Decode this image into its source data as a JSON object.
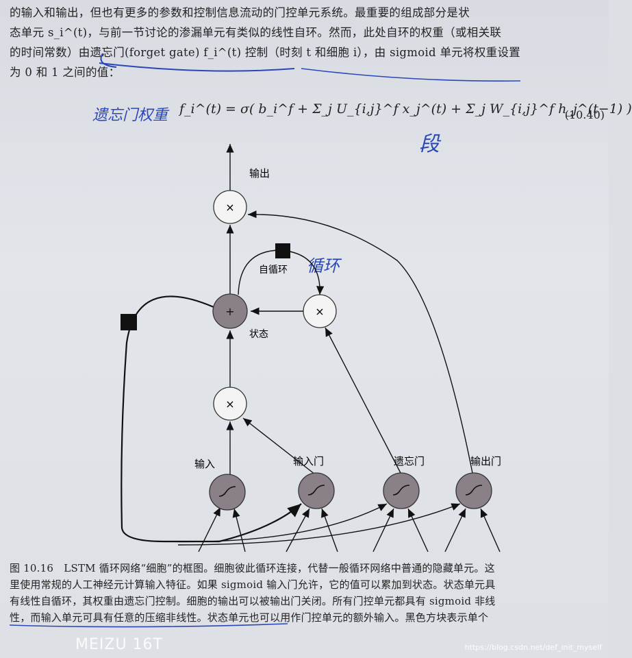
{
  "paragraph": {
    "line1": "的输入和输出，但也有更多的参数和控制信息流动的门控单元系统。最重要的组成部分是状",
    "line2": "态单元 s_i^(t)，与前一节讨论的渗漏单元有类似的线性自环。然而，此处自环的权重（或相关联",
    "line3": "的时间常数）由遗忘门(forget gate) f_i^(t) 控制（时刻 t 和细胞 i），由 sigmoid 单元将权重设置",
    "line4": "为 0 和 1 之间的值："
  },
  "equation": {
    "text": "f_i^(t) = σ( b_i^f + Σ_j U_{i,j}^f x_j^(t) + Σ_j W_{i,j}^f h_j^(t−1) )",
    "number": "(10.40)"
  },
  "handwriting": {
    "note_left": "遗忘门权重",
    "note_right": "段",
    "note_loop": "循环"
  },
  "diagram": {
    "output_label": "输出",
    "self_loop_label": "自循环",
    "state_label": "状态",
    "input_label": "输入",
    "input_gate_label": "输入门",
    "forget_gate_label": "遗忘门",
    "output_gate_label": "输出门",
    "multiply_symbol": "×",
    "plus_symbol": "+",
    "sigmoid_symbol": "∫"
  },
  "caption": {
    "line1": "图 10.16　LSTM 循环网络“细胞”的框图。细胞彼此循环连接，代替一般循环网络中普通的隐藏单元。这",
    "line2": "里使用常规的人工神经元计算输入特征。如果 sigmoid 输入门允许，它的值可以累加到状态。状态单元具",
    "line3": "有线性自循环，其权重由遗忘门控制。细胞的输出可以被输出门关闭。所有门控单元都具有 sigmoid 非线",
    "line4": "性，而输入单元可具有任意的压缩非线性。状态单元也可以用作门控单元的额外输入。黑色方块表示单个"
  },
  "watermark": {
    "brand": "MEIZU 16T",
    "url": "https://blog.csdn.net/def_init_myself"
  },
  "colors": {
    "node_dark": "#8a8088",
    "ink_blue": "#2a47b8",
    "paper": "#dde0e5"
  }
}
